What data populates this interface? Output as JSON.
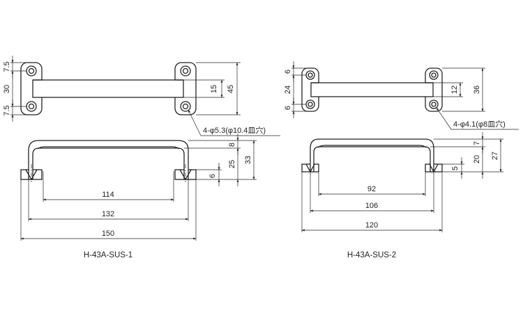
{
  "drawing_1": {
    "caption": "H-43A-SUS-1",
    "hole_callout": "4-φ5.3(φ10.4皿穴)",
    "top_view": {
      "dim_top_edge": "7.5",
      "dim_pitch": "30",
      "dim_bottom_edge": "7.5",
      "dim_bar": "15",
      "dim_overall": "45"
    },
    "side_view": {
      "dim_8": "8",
      "dim_25": "25",
      "dim_33": "33",
      "dim_6": "6",
      "dim_114": "114",
      "dim_132": "132",
      "dim_150": "150"
    }
  },
  "drawing_2": {
    "caption": "H-43A-SUS-2",
    "hole_callout": "4-φ4.1(φ8皿穴)",
    "top_view": {
      "dim_top_edge": "6",
      "dim_pitch": "24",
      "dim_bottom_edge": "6",
      "dim_bar": "12",
      "dim_overall": "36"
    },
    "side_view": {
      "dim_7": "7",
      "dim_20": "20",
      "dim_27": "27",
      "dim_5": "5",
      "dim_92": "92",
      "dim_106": "106",
      "dim_120": "120"
    }
  }
}
